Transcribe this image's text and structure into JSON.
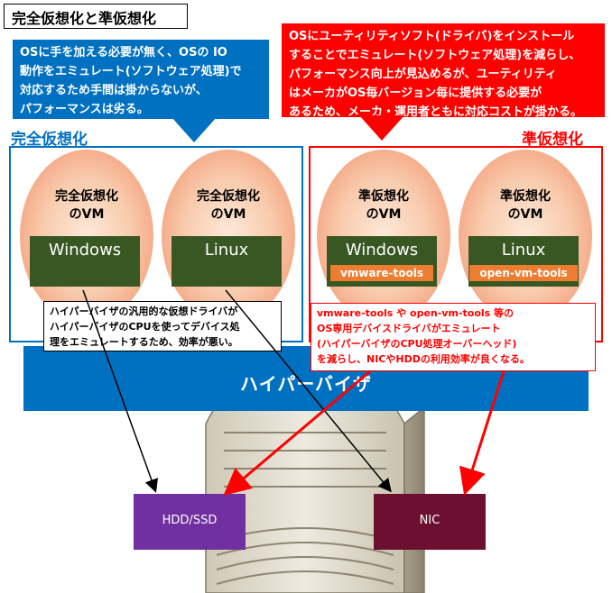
{
  "title": "完全仮想化と準仮想化",
  "callouts": {
    "full": "OSに手を加える必要が無く、OSの IO\n動作をエミュレート(ソフトウェア処理)で\n対応するため手間は掛からないが、\nパフォーマンスは劣る。",
    "para": "OSにユーティリティソフト(ドライバ)をインストール\nすることでエミュレート(ソフトウェア処理)を減らし、\nパフォーマンス向上が見込めるが、ユーティリティ\nはメーカがOS毎バージョン毎に提供する必要が\nあるため、メーカ・運用者ともに対応コストが掛かる。"
  },
  "sections": {
    "full_label": "完全仮想化",
    "para_label": "準仮想化"
  },
  "vms": [
    {
      "title": "完全仮想化\nのVM",
      "os": "Windows",
      "tools": ""
    },
    {
      "title": "完全仮想化\nのVM",
      "os": "Linux",
      "tools": ""
    },
    {
      "title": "準仮想化\nのVM",
      "os": "Windows",
      "tools": "vmware-tools"
    },
    {
      "title": "準仮想化\nのVM",
      "os": "Linux",
      "tools": "open-vm-tools"
    }
  ],
  "hypervisor": "ハイパーバイザ",
  "notes": {
    "full": "ハイパーバイザの汎用的な仮想ドライバが\nハイパーバイザのCPUを使ってデバイス処\n理をエミュレートするため、効率が悪い。",
    "para": "vmware-tools や open-vm-tools 等の\nOS専用デバイスドライバがエミュレート\n(ハイパーバイザのCPU処理オーバーヘッド)\nを減らし、NICやHDDの利用効率が良くなる。"
  },
  "devices": {
    "hdd": "HDD/SSD",
    "nic": "NIC"
  },
  "colors": {
    "blue": "#0070c0",
    "red": "#ff0000",
    "os_green": "#385723",
    "tools_orange": "#ed7d31",
    "hdd_purple": "#7030a0",
    "nic_maroon": "#6d0f30"
  }
}
